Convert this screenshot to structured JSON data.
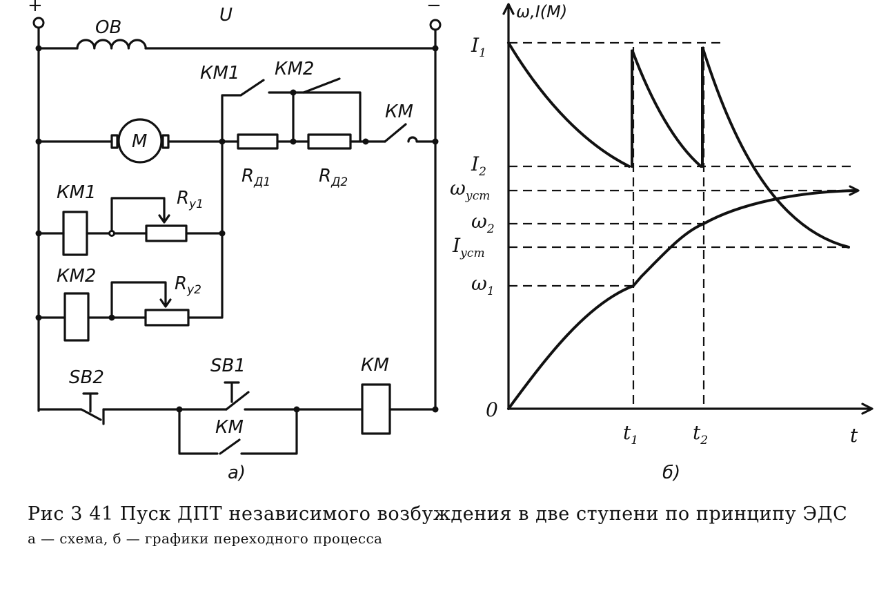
{
  "schematic": {
    "plus": "+",
    "minus": "−",
    "supply": "U",
    "field_winding": "ОВ",
    "motor": "М",
    "km1_contact": "КМ1",
    "km2_contact": "КМ2",
    "km_contact": "КМ",
    "r_d1": "R",
    "r_d1_sub": "Д1",
    "r_d2": "R",
    "r_d2_sub": "Д2",
    "km1_coil": "КМ1",
    "km2_coil": "КМ2",
    "r_y1": "R",
    "r_y1_sub": "у1",
    "r_y2": "R",
    "r_y2_sub": "у2",
    "sb2": "SB2",
    "sb1": "SB1",
    "km_coil": "КМ",
    "km_hold": "КМ",
    "part_label": "а)"
  },
  "graph": {
    "y_axis_label": "ω,I(M)",
    "x_axis_label": "t",
    "origin": "0",
    "ticks_y": {
      "I1": {
        "main": "I",
        "sub": "1"
      },
      "I2": {
        "main": "I",
        "sub": "2"
      },
      "w_ust": {
        "main": "ω",
        "sub": "уст"
      },
      "w2": {
        "main": "ω",
        "sub": "2"
      },
      "I_ust": {
        "main": "I",
        "sub": "уст"
      },
      "w1": {
        "main": "ω",
        "sub": "1"
      }
    },
    "ticks_x": {
      "t1": {
        "main": "t",
        "sub": "1"
      },
      "t2": {
        "main": "t",
        "sub": "2"
      }
    },
    "part_label": "б)"
  },
  "caption": {
    "title": "Рис  3 41  Пуск ДПТ независимого возбуждения в две ступени по принципу ЭДС",
    "subtitle": "а — схема, б — графики переходного процесса"
  }
}
